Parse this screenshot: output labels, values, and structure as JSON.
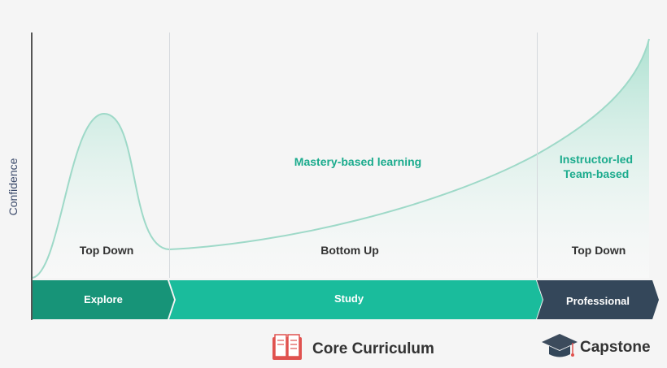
{
  "axis": {
    "y_label": "Confidence"
  },
  "phases": [
    {
      "id": "explore",
      "banner": "Explore",
      "approach": "Top Down"
    },
    {
      "id": "study",
      "banner": "Study",
      "approach": "Bottom Up",
      "note": "Mastery-based learning"
    },
    {
      "id": "professional",
      "banner": "Professional",
      "approach": "Top Down",
      "note_line1": "Instructor-led",
      "note_line2": "Team-based"
    }
  ],
  "legend": {
    "core": {
      "label": "Core Curriculum",
      "icon": "book-icon"
    },
    "capstone": {
      "label": "Capstone",
      "icon": "graduation-cap-icon"
    }
  },
  "colors": {
    "background": "#f5f5f5",
    "curve": "#9ed9c8",
    "area": "#bfe8dc",
    "note_text": "#1bab8d",
    "explore_banner": "#179478",
    "study_banner": "#1abc9c",
    "professional_banner": "#34475a",
    "axis": "#555555",
    "divider": "#d5d9dd",
    "label_text": "#333333",
    "y_label_text": "#3b4a6b",
    "book": "#e0524f"
  }
}
